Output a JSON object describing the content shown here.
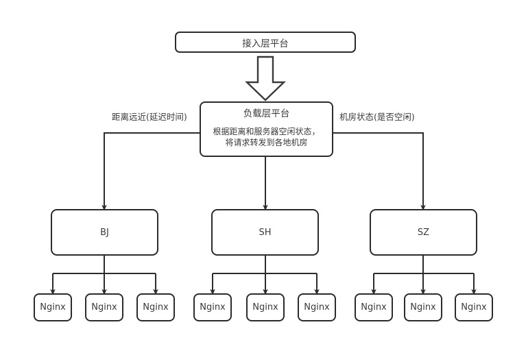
{
  "diagram": {
    "title_node": {
      "label": "接入层平台"
    },
    "load_balancer": {
      "title": "负载层平台",
      "description": "根据距离和服务器空闲状态，\n将请求转发到各地机房"
    },
    "edge_labels": {
      "left": "距离远近(延迟时间)",
      "right": "机房状态(是否空闲)"
    },
    "regions": [
      {
        "label": "BJ",
        "children": [
          {
            "label": "Nginx"
          },
          {
            "label": "Nginx"
          },
          {
            "label": "Nginx"
          }
        ]
      },
      {
        "label": "SH",
        "children": [
          {
            "label": "Nginx"
          },
          {
            "label": "Nginx"
          },
          {
            "label": "Nginx"
          }
        ]
      },
      {
        "label": "SZ",
        "children": [
          {
            "label": "Nginx"
          },
          {
            "label": "Nginx"
          },
          {
            "label": "Nginx"
          }
        ]
      }
    ],
    "colors": {
      "stroke": "#2b2b2b",
      "text": "#3a3a3a",
      "background": "#ffffff"
    }
  }
}
